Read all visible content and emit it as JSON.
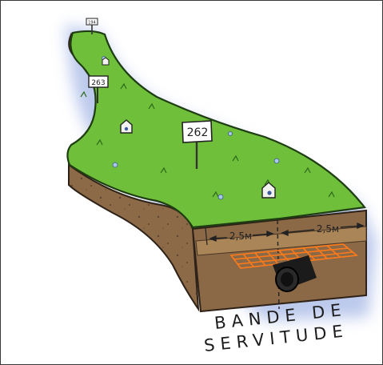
{
  "illustration": {
    "markers": [
      {
        "id": "marker-small",
        "label": "194"
      },
      {
        "id": "marker-263",
        "label": "263"
      },
      {
        "id": "marker-262",
        "label": "262"
      }
    ],
    "dimensions": {
      "left": "2,5м",
      "right": "2,5м"
    },
    "caption": {
      "line1": "BANDE DE",
      "line2": "SERVITUDE"
    },
    "colors": {
      "grass": "#6fbf3a",
      "soil": "#8a6a48",
      "soil_dark": "#6b4f35",
      "grid": "#ff7a1a",
      "pipe": "#1b1b1b",
      "glow": "#b9c7ea"
    }
  }
}
